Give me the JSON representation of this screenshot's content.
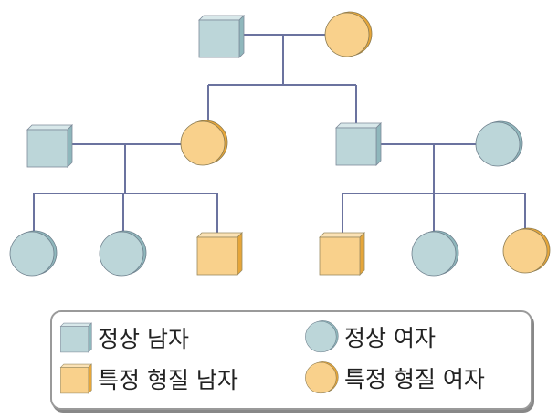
{
  "colors": {
    "normal_fill": "#bcd6d9",
    "normal_shade": "#8fb7bc",
    "trait_fill": "#f9d18c",
    "trait_shade": "#e6a63a",
    "line": "#6b739f"
  },
  "legend": {
    "normal_male": "정상 남자",
    "normal_female": "정상 여자",
    "trait_male": "특정 형질 남자",
    "trait_female": "특정 형질 여자"
  }
}
